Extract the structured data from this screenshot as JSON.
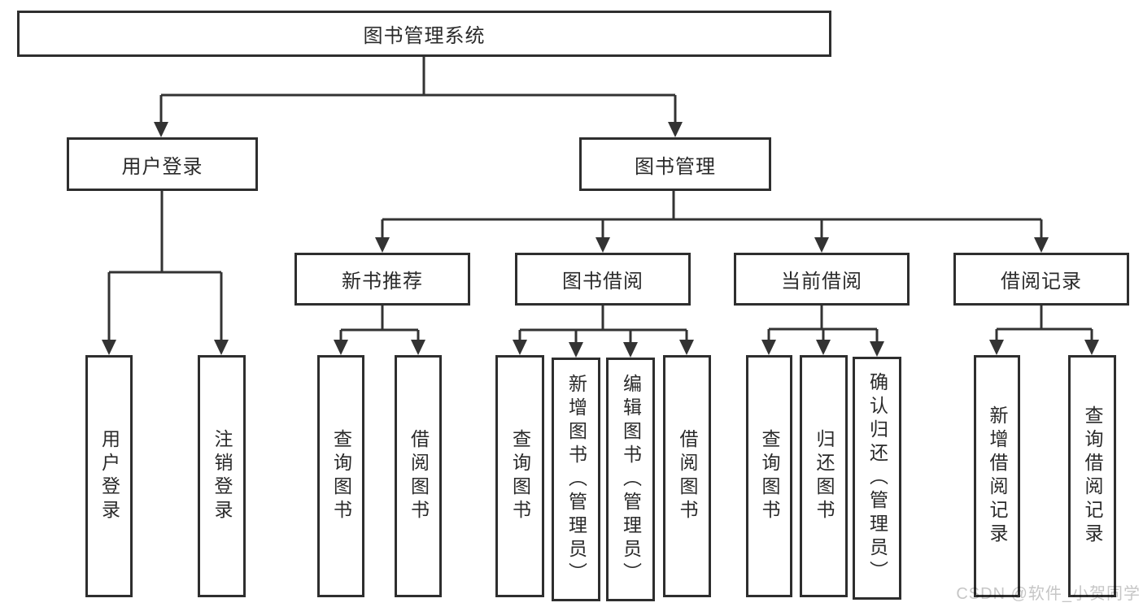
{
  "tree": {
    "label": "图书管理系统",
    "children": [
      {
        "label": "用户登录",
        "children": [
          {
            "label": "用户登录"
          },
          {
            "label": "注销登录"
          }
        ]
      },
      {
        "label": "图书管理",
        "children": [
          {
            "label": "新书推荐",
            "children": [
              {
                "label": "查询图书"
              },
              {
                "label": "借阅图书"
              }
            ]
          },
          {
            "label": "图书借阅",
            "children": [
              {
                "label": "查询图书"
              },
              {
                "label": "新增图书（管理员）"
              },
              {
                "label": "编辑图书（管理员）"
              },
              {
                "label": "借阅图书"
              }
            ]
          },
          {
            "label": "当前借阅",
            "children": [
              {
                "label": "查询图书"
              },
              {
                "label": "归还图书"
              },
              {
                "label": "确认归还（管理员）"
              }
            ]
          },
          {
            "label": "借阅记录",
            "children": [
              {
                "label": "新增借阅记录"
              },
              {
                "label": "查询借阅记录"
              }
            ]
          }
        ]
      }
    ]
  },
  "watermark": "CSDN @软件_小贺同学",
  "colors": {
    "line": "#333333",
    "box_border": "#2e2e2e",
    "text": "#2a2a2a",
    "watermark": "#c6c6c6",
    "background": "#ffffff"
  }
}
